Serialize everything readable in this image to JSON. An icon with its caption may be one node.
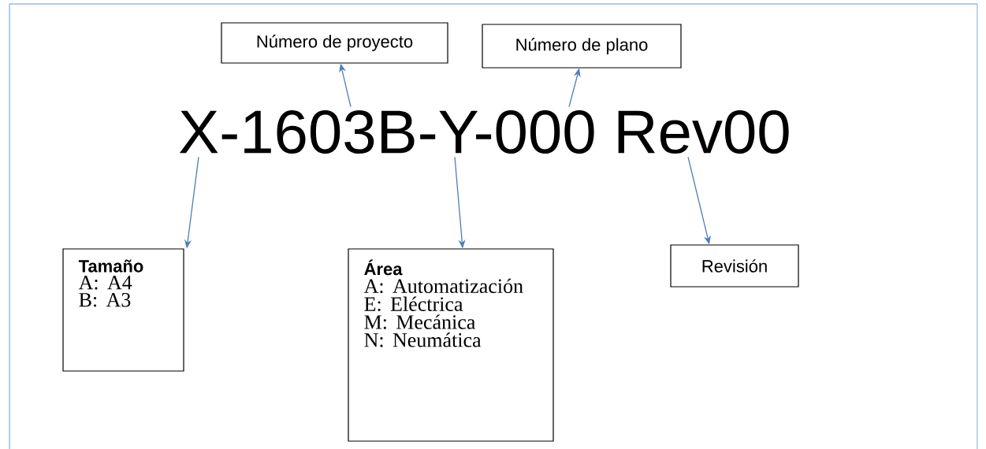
{
  "diagram": {
    "nodes": [
      {
        "text": [
          "Número de proyecto"
        ]
      },
      {
        "text": [
          "Número de plano"
        ]
      },
      {
        "text": [
          "X-1603B-Y-000 Rev00"
        ]
      },
      {
        "text": [
          "Tamaño",
          "A: A4",
          "B: A3"
        ]
      },
      {
        "text": [
          "Área",
          "A: Automatización",
          "E: Eléctrica",
          "M: Mecánica",
          "N: Neumática"
        ]
      },
      {
        "text": [
          "Revisión"
        ]
      }
    ],
    "edges": [
      {
        "from": 2,
        "to": 0,
        "arrow": "to"
      },
      {
        "from": 2,
        "to": 1,
        "arrow": "to"
      },
      {
        "from": 2,
        "to": 3,
        "arrow": "to"
      },
      {
        "from": 2,
        "to": 4,
        "arrow": "to"
      },
      {
        "from": 2,
        "to": 5,
        "arrow": "to"
      }
    ]
  }
}
